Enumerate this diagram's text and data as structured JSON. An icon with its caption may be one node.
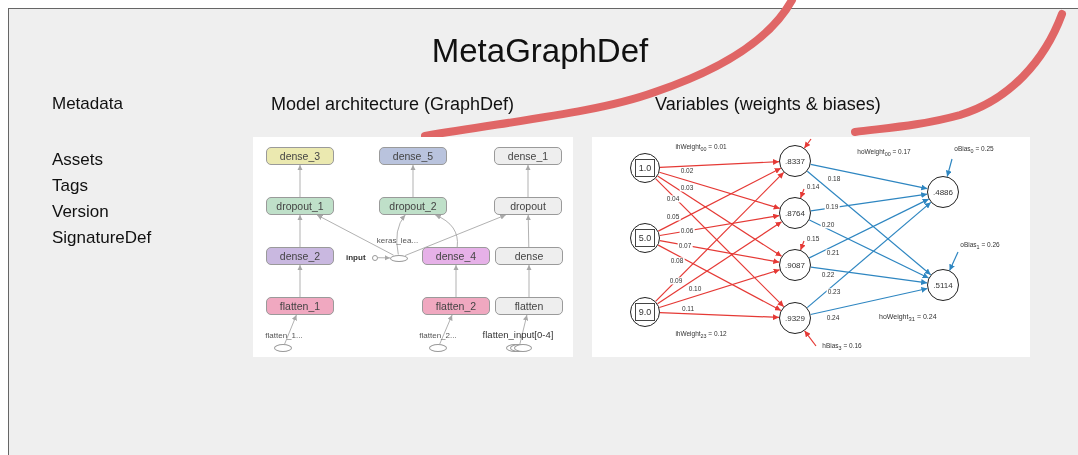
{
  "diagram": {
    "title": "MetaGraphDef",
    "nodes": [
      {
        "text": [
          "Model architecture (GraphDef)"
        ]
      },
      {
        "text": [
          "dense_3"
        ],
        "in": 0
      },
      {
        "text": [
          "dense_5"
        ],
        "in": 0
      },
      {
        "text": [
          "dense_1"
        ],
        "in": 0
      },
      {
        "text": [
          "dropout_1"
        ],
        "in": 0
      },
      {
        "text": [
          "dropout_2"
        ],
        "in": 0
      },
      {
        "text": [
          "dropout"
        ],
        "in": 0
      },
      {
        "text": [
          "keras_lea..."
        ],
        "in": 0
      },
      {
        "text": [
          "dense_2"
        ],
        "in": 0
      },
      {
        "text": [
          "input"
        ],
        "in": 0
      },
      {
        "text": [
          "dense_4"
        ],
        "in": 0
      },
      {
        "text": [
          "dense"
        ],
        "in": 0
      },
      {
        "text": [
          "flatten_1"
        ],
        "in": 0
      },
      {
        "text": [
          "flatten_2"
        ],
        "in": 0
      },
      {
        "text": [
          "flatten"
        ],
        "in": 0
      },
      {
        "text": [
          "flatten_1..."
        ],
        "in": 0
      },
      {
        "text": [
          "flatten_2..."
        ],
        "in": 0
      },
      {
        "text": [
          "flatten_input[0-4]"
        ],
        "in": 0
      },
      {
        "text": [
          "Variables (weights & biases)"
        ]
      },
      {
        "text": [
          "1.0"
        ],
        "in": 18
      },
      {
        "text": [
          "5.0"
        ],
        "in": 18
      },
      {
        "text": [
          "9.0"
        ],
        "in": 18
      },
      {
        "text": [
          ".8337"
        ],
        "in": 18
      },
      {
        "text": [
          ".8764"
        ],
        "in": 18
      },
      {
        "text": [
          ".9087"
        ],
        "in": 18
      },
      {
        "text": [
          ".9329"
        ],
        "in": 18
      },
      {
        "text": [
          ".4886"
        ],
        "in": 18
      },
      {
        "text": [
          ".5114"
        ],
        "in": 18
      }
    ],
    "edges": [
      {
        "from": 15,
        "to": 12,
        "arrow": "to"
      },
      {
        "from": 12,
        "to": 8,
        "arrow": "to"
      },
      {
        "from": 8,
        "to": 4,
        "arrow": "to"
      },
      {
        "from": 4,
        "to": 1,
        "arrow": "to"
      },
      {
        "from": 16,
        "to": 13,
        "arrow": "to"
      },
      {
        "from": 13,
        "to": 10,
        "arrow": "to"
      },
      {
        "from": 10,
        "to": 5,
        "arrow": "to"
      },
      {
        "from": 5,
        "to": 2,
        "arrow": "to"
      },
      {
        "from": 17,
        "to": 14,
        "arrow": "to"
      },
      {
        "from": 14,
        "to": 11,
        "arrow": "to"
      },
      {
        "from": 11,
        "to": 6,
        "arrow": "to"
      },
      {
        "from": 6,
        "to": 3,
        "arrow": "to"
      },
      {
        "from": 9,
        "to": 7,
        "arrow": "to"
      },
      {
        "from": 7,
        "to": 4,
        "arrow": "to"
      },
      {
        "from": 7,
        "to": 5,
        "arrow": "to"
      },
      {
        "from": 7,
        "to": 6,
        "arrow": "to"
      },
      {
        "from": 19,
        "to": 22,
        "arrow": "to",
        "label": "ihWeight$_{00}$ = 0.01",
        "color": "#e53935"
      },
      {
        "from": 19,
        "to": 23,
        "arrow": "to",
        "label": "0.02",
        "color": "#e53935"
      },
      {
        "from": 19,
        "to": 24,
        "arrow": "to",
        "label": "0.03",
        "color": "#e53935"
      },
      {
        "from": 19,
        "to": 25,
        "arrow": "to",
        "label": "0.04",
        "color": "#e53935"
      },
      {
        "from": 20,
        "to": 22,
        "arrow": "to",
        "label": "0.05",
        "color": "#e53935"
      },
      {
        "from": 20,
        "to": 23,
        "arrow": "to",
        "label": "0.06",
        "color": "#e53935"
      },
      {
        "from": 20,
        "to": 24,
        "arrow": "to",
        "label": "0.07",
        "color": "#e53935"
      },
      {
        "from": 20,
        "to": 25,
        "arrow": "to",
        "label": "0.08",
        "color": "#e53935"
      },
      {
        "from": 21,
        "to": 22,
        "arrow": "to",
        "label": "0.09",
        "color": "#e53935"
      },
      {
        "from": 21,
        "to": 23,
        "arrow": "to",
        "label": "0.10",
        "color": "#e53935"
      },
      {
        "from": 21,
        "to": 24,
        "arrow": "to",
        "label": "0.11",
        "color": "#e53935"
      },
      {
        "from": 21,
        "to": 25,
        "arrow": "to",
        "label": "ihWeight$_{23}$ = 0.12",
        "color": "#e53935"
      },
      {
        "from": 22,
        "to": 26,
        "arrow": "to",
        "label": "hoWeight$_{00}$ = 0.17",
        "color": "#2e86c1"
      },
      {
        "from": 22,
        "to": 27,
        "arrow": "to",
        "label": "0.18",
        "color": "#2e86c1"
      },
      {
        "from": 23,
        "to": 26,
        "arrow": "to",
        "label": "0.19",
        "color": "#2e86c1"
      },
      {
        "from": 23,
        "to": 27,
        "arrow": "to",
        "label": "0.20",
        "color": "#2e86c1"
      },
      {
        "from": 24,
        "to": 26,
        "arrow": "to",
        "label": "0.21",
        "color": "#2e86c1"
      },
      {
        "from": 24,
        "to": 27,
        "arrow": "to",
        "label": "0.22",
        "color": "#2e86c1"
      },
      {
        "from": 25,
        "to": 26,
        "arrow": "to",
        "label": "0.23",
        "color": "#2e86c1"
      },
      {
        "from": 25,
        "to": 27,
        "arrow": "to",
        "label": "0.24",
        "color": "#2e86c1"
      },
      {
        "from": null,
        "to": 22,
        "arrow": "to",
        "color": "#e53935"
      },
      {
        "from": null,
        "to": 23,
        "arrow": "to",
        "label": "0.14",
        "color": "#e53935"
      },
      {
        "from": null,
        "to": 24,
        "arrow": "to",
        "label": "0.15",
        "color": "#e53935"
      },
      {
        "from": null,
        "to": 25,
        "arrow": "to",
        "label": "hBias$_{3}$ = 0.16",
        "color": "#e53935"
      },
      {
        "from": null,
        "to": 26,
        "arrow": "to",
        "label": "oBias$_{0}$ = 0.25",
        "color": "#2e86c1"
      },
      {
        "from": null,
        "to": 27,
        "arrow": "to",
        "label": "oBias$_{1}$ = 0.26",
        "color": "#2e86c1"
      }
    ],
    "labels": [
      "Metadata",
      "Assets",
      "Tags",
      "Version",
      "SignatureDef",
      "hoWeight$_{31}$ = 0.24"
    ]
  }
}
